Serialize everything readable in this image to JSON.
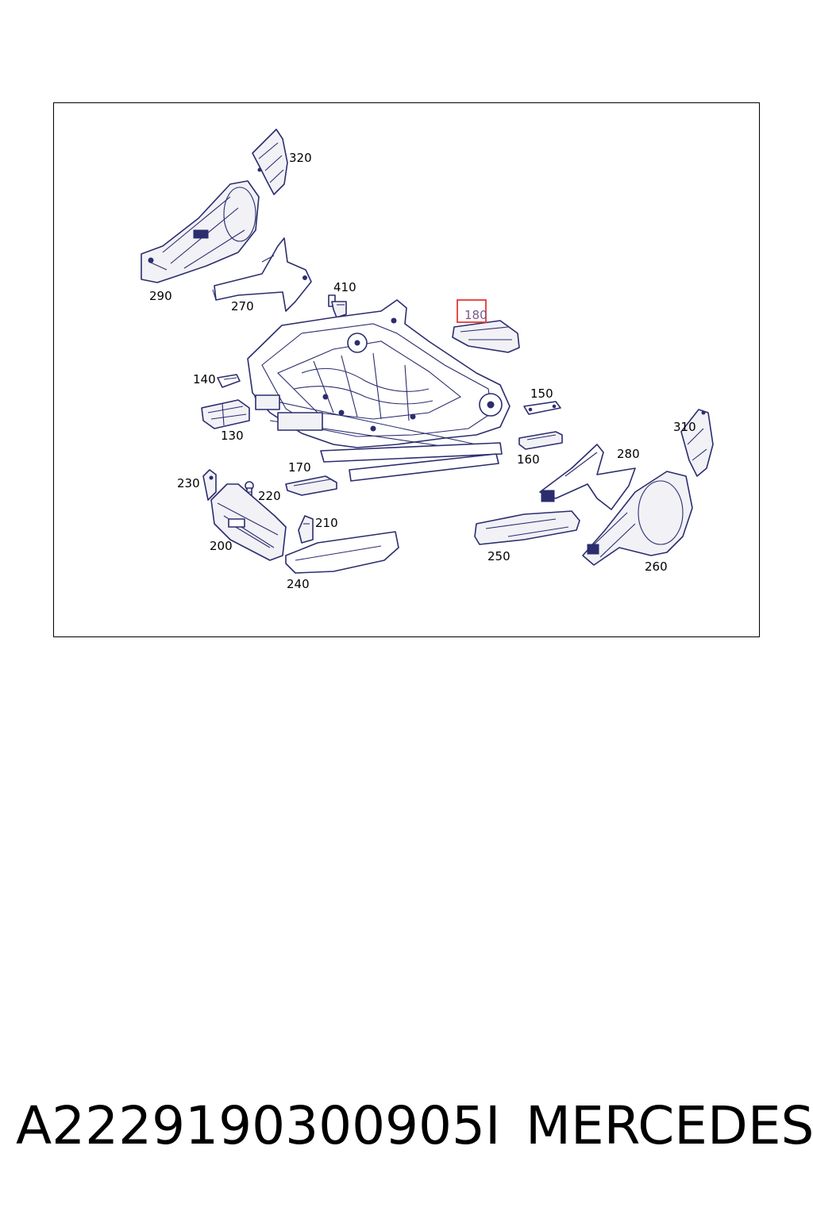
{
  "callouts": {
    "c320": "320",
    "c290": "290",
    "c270": "270",
    "c410": "410",
    "c180": "180",
    "c140": "140",
    "c130": "130",
    "c150": "150",
    "c160": "160",
    "c310": "310",
    "c280": "280",
    "c170": "170",
    "c230": "230",
    "c220": "220",
    "c210": "210",
    "c200": "200",
    "c240": "240",
    "c250": "250",
    "c260": "260"
  },
  "highlight": {
    "color": "#e53935",
    "callout": "180"
  },
  "footer": {
    "part_number": "A2229190300905I",
    "brand": "MERCEDES"
  }
}
